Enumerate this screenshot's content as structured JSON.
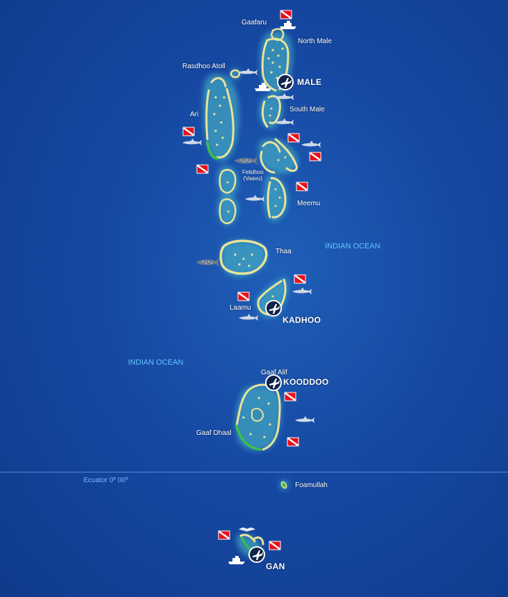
{
  "map": {
    "oceans": [
      {
        "label": "INDIAN OCEAN"
      },
      {
        "label": "INDIAN OCEAN"
      }
    ],
    "equator": {
      "label": "Ecuator 0º 00º"
    },
    "airports": [
      {
        "name": "MALE"
      },
      {
        "name": "KADHOO"
      },
      {
        "name": "KOODDOO"
      },
      {
        "name": "GAN"
      }
    ],
    "atolls": [
      {
        "name": "Gaafaru"
      },
      {
        "name": "North Male"
      },
      {
        "name": "Rasdhoo Atoll"
      },
      {
        "name": "Ari"
      },
      {
        "name": "South Male"
      },
      {
        "name": "Felidhoo",
        "sub": "(Vaavu)"
      },
      {
        "name": "Meemu"
      },
      {
        "name": "Thaa"
      },
      {
        "name": "Laamu"
      },
      {
        "name": "Gaaf Alif"
      },
      {
        "name": "Gaaf Dhaal"
      },
      {
        "name": "Foamullah"
      }
    ],
    "colors": {
      "ocean": "#1648a3",
      "reef_ring": "#e9e39a",
      "reef_glow": "#4fc3c9",
      "green_edge": "#3cc04a",
      "dive_flag_red": "#e8101a",
      "ocean_label": "#5fc8ff"
    },
    "icons": {
      "airport": "airplane-icon",
      "dive_site": "dive-flag-icon",
      "shark": "shark-icon",
      "whale_shark": "whale-shark-icon",
      "boat": "boat-icon",
      "manta": "manta-ray-icon"
    }
  }
}
